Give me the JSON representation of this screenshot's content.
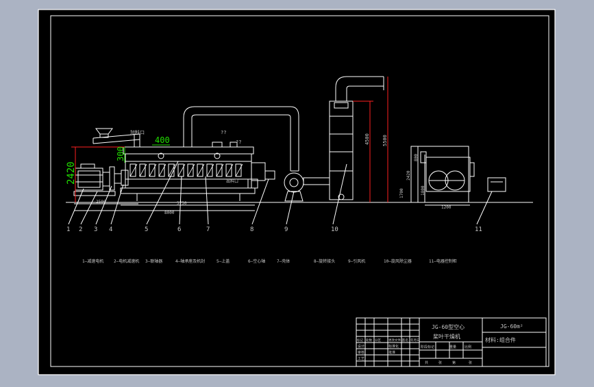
{
  "colors": {
    "background_outer": "#abb3c3",
    "sheet": "#000000",
    "line_white": "#ffffff",
    "dim_red": "#ff2020",
    "dim_green": "#22e000",
    "accent_yellow": "#ffff00",
    "text_gray": "#c8c8c8"
  },
  "dimensions": {
    "d2420": "2420",
    "d300": "300",
    "d400": "400",
    "d4500": "4500",
    "d5500": "5500",
    "d2500": "2500",
    "d5750": "5750",
    "d8000": "8000",
    "d1200": "1200",
    "d800": "800",
    "d1800": "1800",
    "d2420b": "2420",
    "d1700": "1700"
  },
  "feed_label": "加料口",
  "port_labels": [
    "??",
    "??"
  ],
  "discharge_label": "出料口",
  "callouts": [
    "1",
    "2",
    "3",
    "4",
    "5",
    "6",
    "7",
    "8",
    "9",
    "10",
    "11"
  ],
  "legend": [
    "1—减速电机",
    "2—电机减速机",
    "3—联轴器",
    "4—轴承座及机封",
    "5—上盖",
    "6—空心轴",
    "7—壳体",
    "8—旋转接头",
    "9—引风机",
    "10—旋风除尘器",
    "11—电器控制柜"
  ],
  "title_block": {
    "title_line1": "JG-60型空心",
    "title_line2": "桨叶干燥机",
    "model": "JG-60m²",
    "material": "材料:组合件",
    "rev_header": [
      "标记",
      "处数",
      "分区",
      "更改文件号",
      "签名",
      "年月日"
    ],
    "rows_left": [
      "设计",
      "审核",
      "工艺"
    ],
    "rows_mid": [
      "标准化",
      "批准"
    ],
    "stage_header": [
      "阶段标记",
      "重量",
      "比例"
    ],
    "sheet_row": [
      "共",
      "张",
      "第",
      "张"
    ]
  }
}
